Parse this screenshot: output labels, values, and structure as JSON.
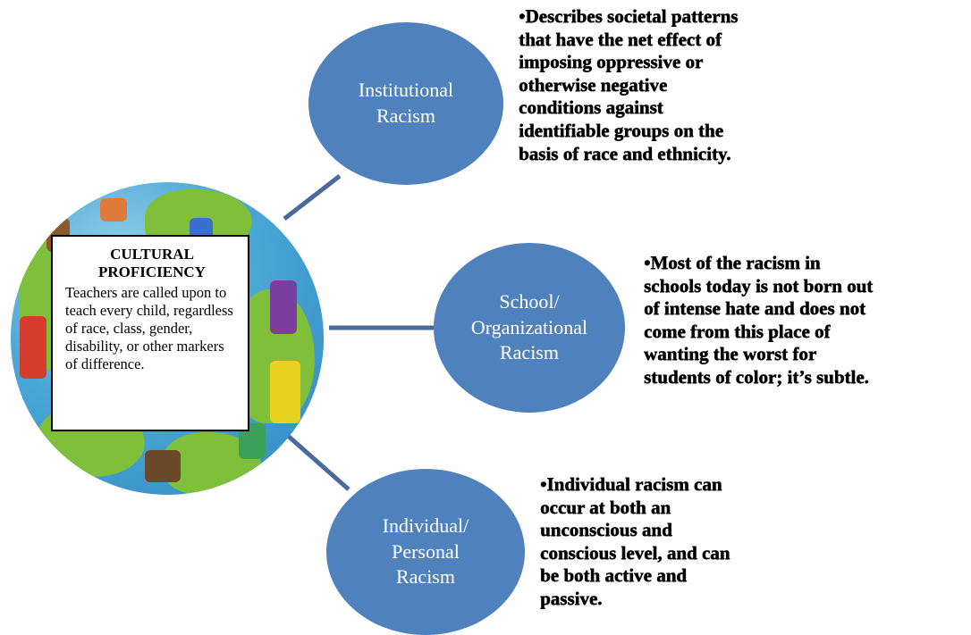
{
  "center": {
    "title_line1": "CULTURAL",
    "title_line2": "PROFICIENCY",
    "text": "Teachers are called upon to teach every child, regardless of race, class, gender, disability, or other markers of difference."
  },
  "nodes": [
    {
      "label": "Institutional\nRacism",
      "description": "•Describes societal patterns\nthat have the net effect of\nimposing oppressive or\notherwise negative\nconditions against\nidentifiable groups on the\nbasis of race and ethnicity."
    },
    {
      "label": "School/\nOrganizational\nRacism",
      "description": "•Most of the racism in\nschools today is not born out\nof intense hate and does not\ncome from this place of\nwanting the worst for\nstudents of color; it’s subtle."
    },
    {
      "label": "Individual/\nPersonal\nRacism",
      "description": "•Individual racism can\noccur at both an\nunconscious and\nconscious level, and can\nbe both active and\npassive."
    }
  ],
  "colors": {
    "node_fill": "#4f82bd",
    "connector": "#4a6a9a",
    "text": "#000000"
  },
  "icons": {
    "globe": "globe-with-children-illustration"
  }
}
